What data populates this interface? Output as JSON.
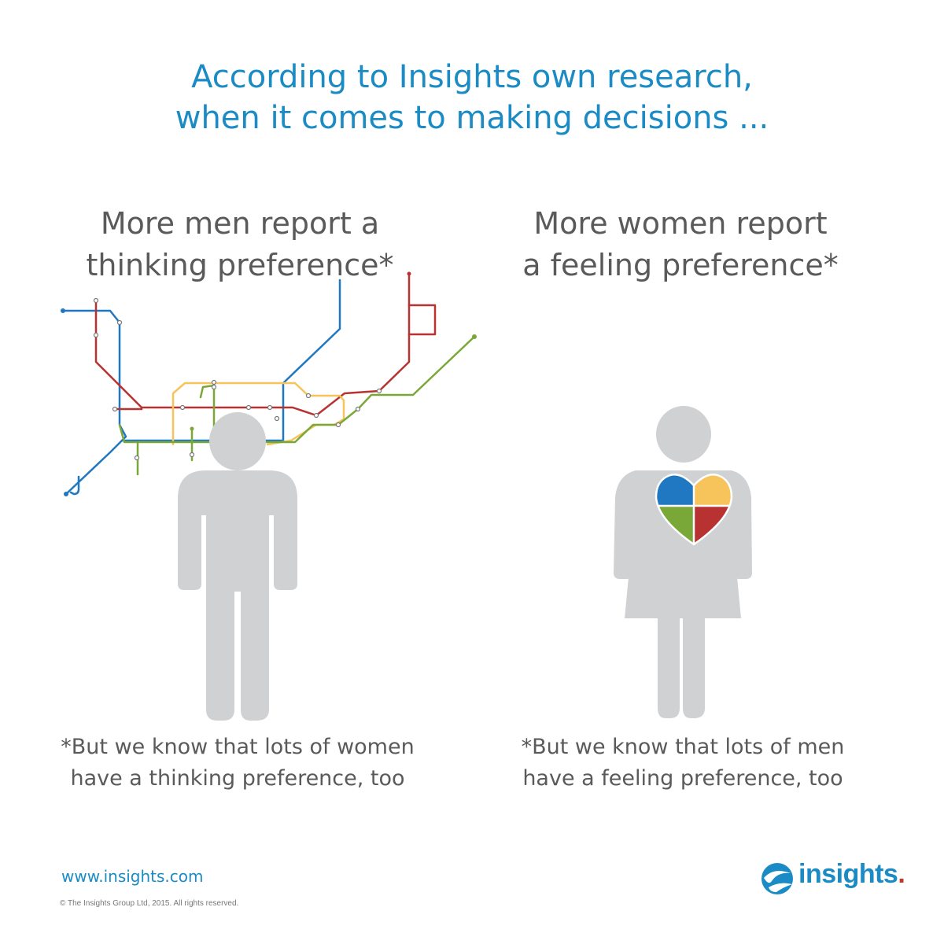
{
  "headline": {
    "line1": "According to Insights own research,",
    "line2": "when it comes to making decisions ..."
  },
  "men": {
    "title_line1": "More men report a",
    "title_line2": "thinking preference*",
    "note_line1": "*But we know that lots of women",
    "note_line2": "have a thinking preference, too"
  },
  "women": {
    "title_line1": "More women report",
    "title_line2": "a feeling preference*",
    "note_line1": "*But we know that lots of men",
    "note_line2": "have a feeling preference, too"
  },
  "footer": {
    "website": "www.insights.com",
    "copyright": "© The Insights Group Ltd, 2015. All rights reserved."
  },
  "logo": {
    "name": "insights",
    "dot": "."
  },
  "colors": {
    "brand_blue": "#1a8bc4",
    "text_gray": "#5a5a5a",
    "figure_gray": "#d0d1d3",
    "blue": "#1f78c1",
    "red": "#b83232",
    "yellow": "#f7c35b",
    "green": "#7aa838"
  },
  "icons": [
    "metro-map-icon",
    "man-figure-icon",
    "woman-figure-icon",
    "heart-four-color-icon",
    "insights-logo-icon"
  ]
}
